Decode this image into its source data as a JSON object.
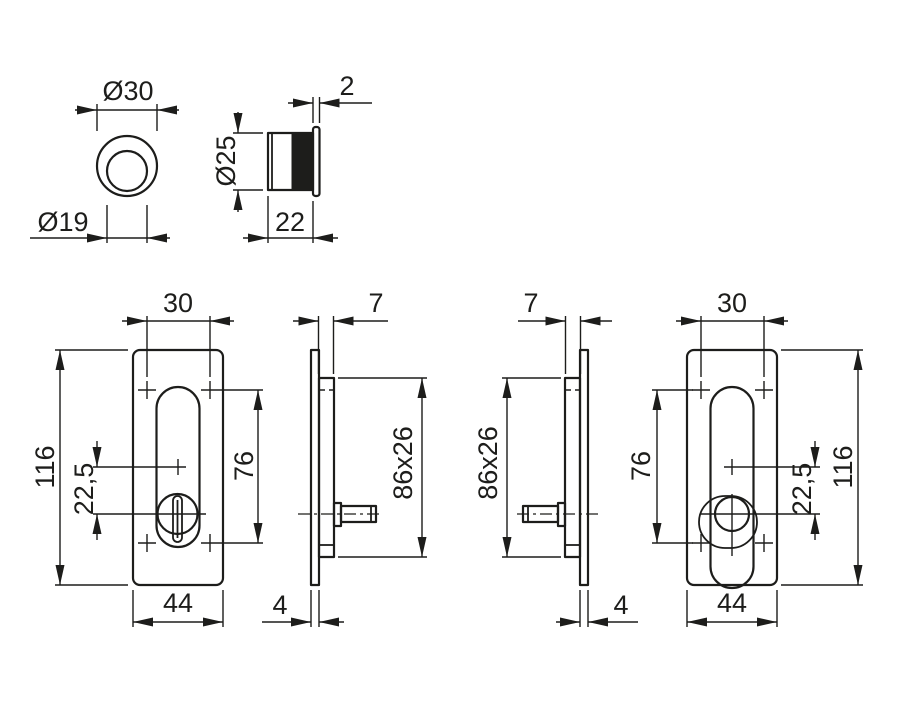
{
  "colors": {
    "line": "#1d1d1b",
    "background": "#ffffff"
  },
  "figures": {
    "cup_front": {
      "dims": {
        "outer_diameter": "Ø30",
        "inner_diameter": "Ø19"
      }
    },
    "cup_side": {
      "dims": {
        "body_diameter": "Ø25",
        "body_length": "22",
        "flange_thickness": "2"
      }
    },
    "plate_front_left": {
      "dims": {
        "hole_spacing_width": "30",
        "height": "116",
        "turn_offset": "22,5",
        "hole_spacing_height": "76",
        "width": "44"
      }
    },
    "plate_side_left": {
      "dims": {
        "depth": "7",
        "door_cutout": "86x26",
        "plate_thickness": "4"
      }
    },
    "plate_side_right": {
      "dims": {
        "depth": "7",
        "door_cutout": "86x26",
        "plate_thickness": "4"
      }
    },
    "plate_front_right": {
      "dims": {
        "hole_spacing_width": "30",
        "height": "116",
        "turn_offset": "22,5",
        "hole_spacing_height": "76",
        "width": "44"
      }
    }
  }
}
